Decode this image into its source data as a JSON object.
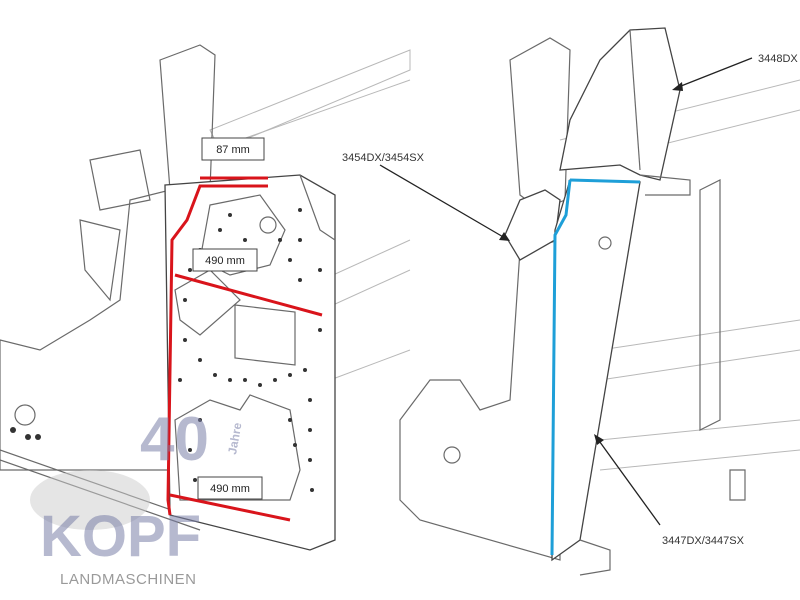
{
  "left_figure": {
    "dimensions": [
      {
        "id": "top-width",
        "text": "87 mm"
      },
      {
        "id": "upper-width",
        "text": "490 mm"
      },
      {
        "id": "lower-width",
        "text": "490 mm"
      }
    ],
    "highlight_color": "#d9141b"
  },
  "right_figure": {
    "part_labels": [
      {
        "id": "top-part",
        "text": "3448DX"
      },
      {
        "id": "bracket-part",
        "text": "3454DX/3454SX"
      },
      {
        "id": "upright-part",
        "text": "3447DX/3447SX"
      }
    ],
    "highlight_color": "#1e9fd8"
  },
  "watermark": {
    "brand": "KOPF",
    "anniversary_number": "40",
    "anniversary_word": "Jahre",
    "tagline": "LANDMASCHINEN"
  }
}
